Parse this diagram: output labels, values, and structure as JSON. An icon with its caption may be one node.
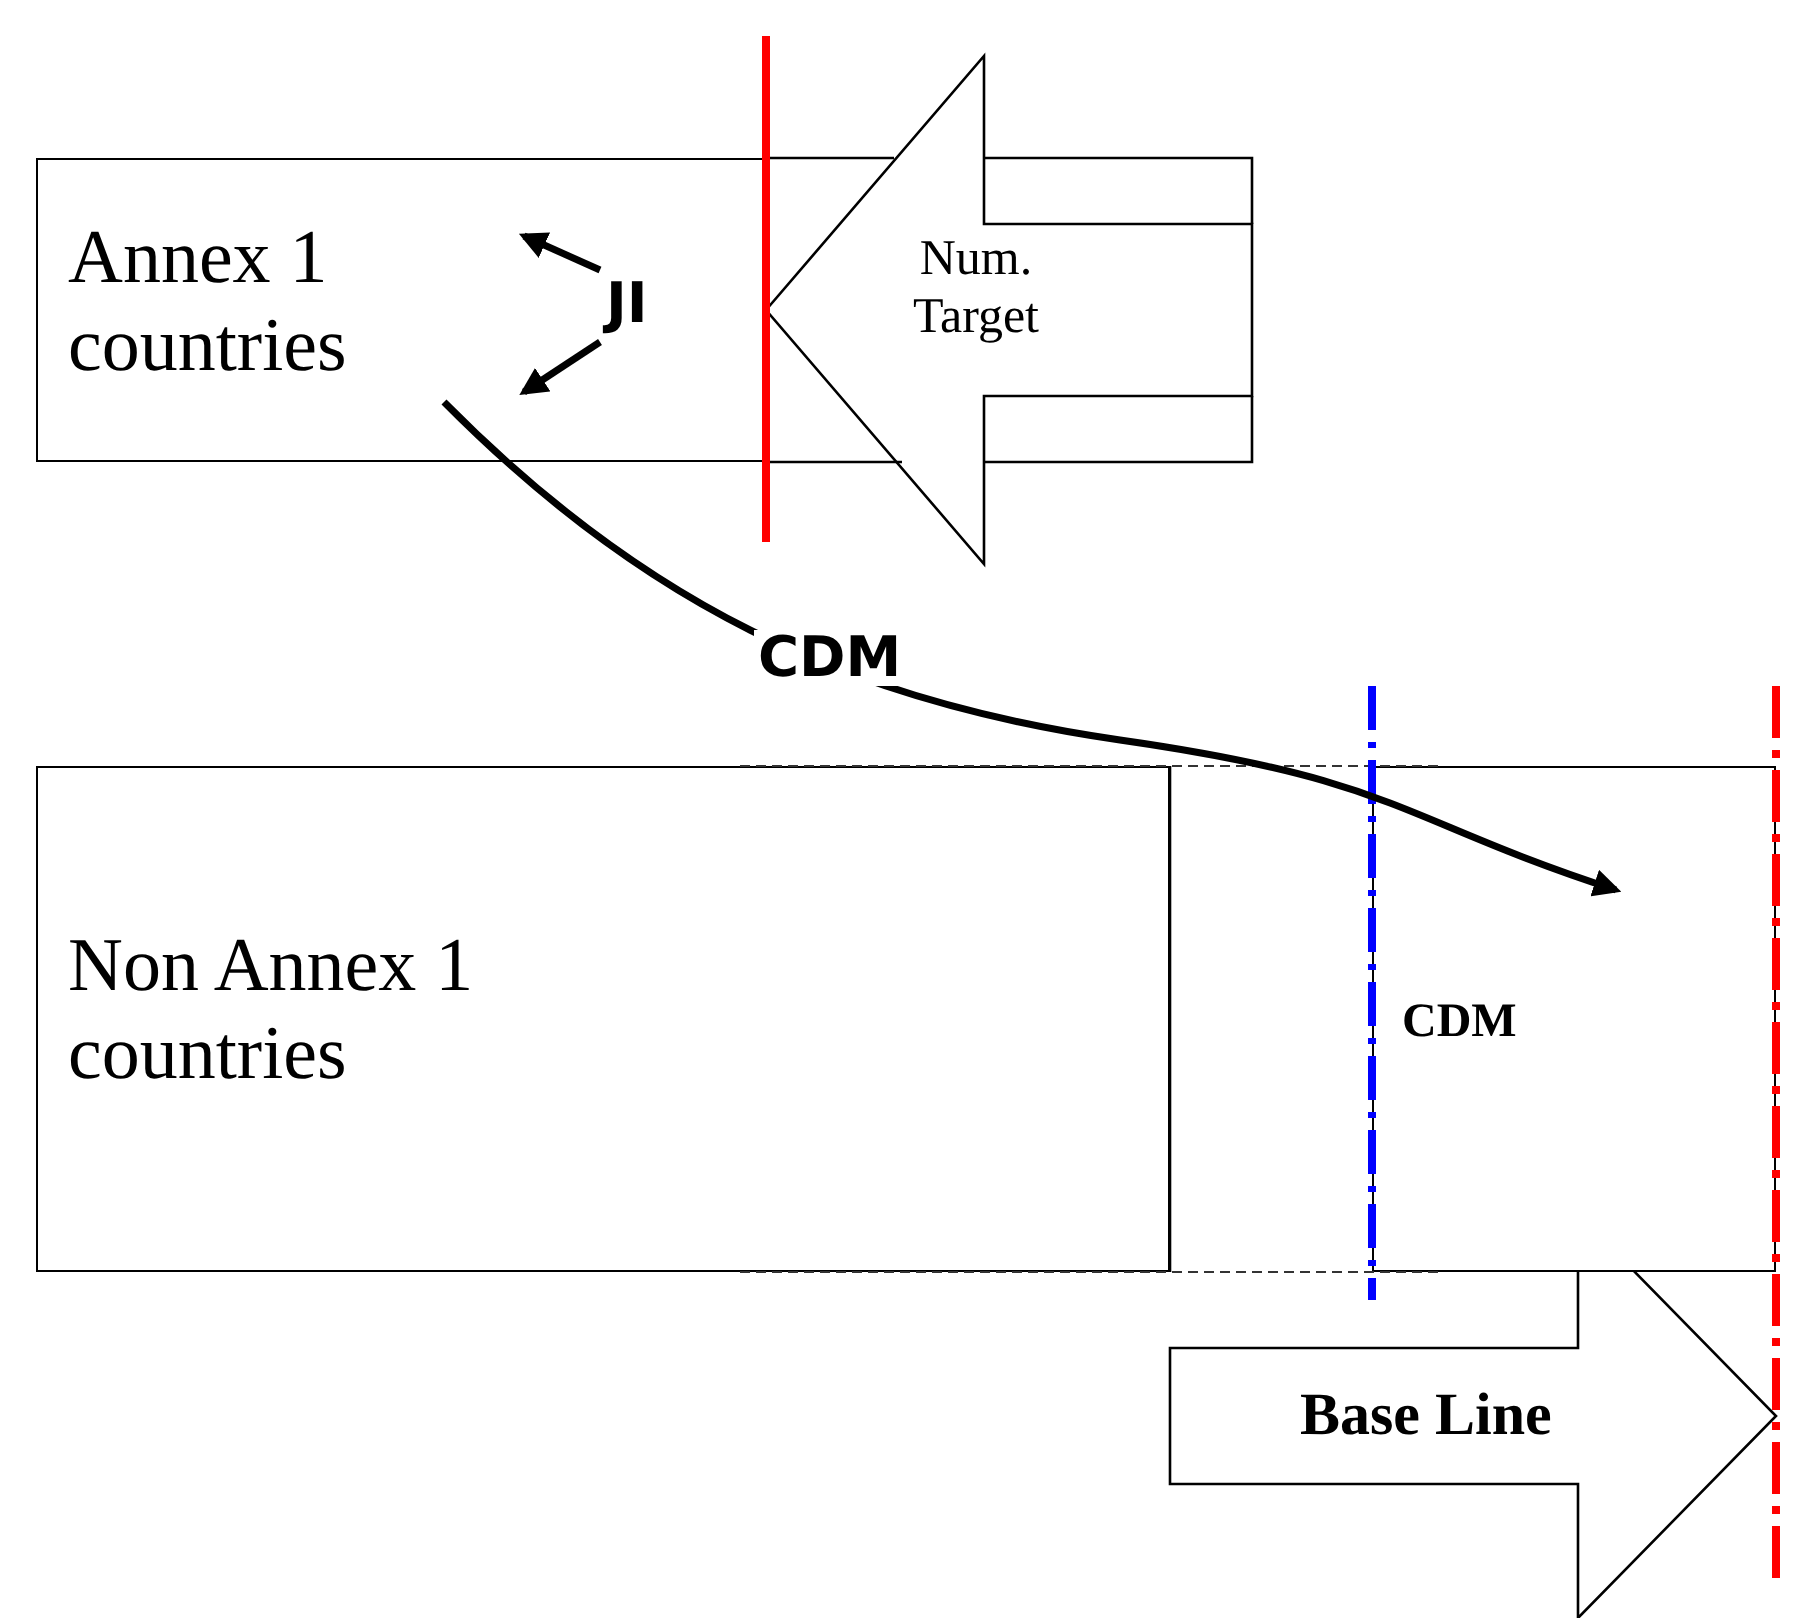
{
  "diagram": {
    "nodes": [
      {
        "text": [
          "Annex 1 countries"
        ]
      },
      {
        "text": [
          "JI"
        ],
        "in": 0
      },
      {
        "text": [
          "Num. Target"
        ]
      },
      {
        "text": [
          "Non Annex 1 countries"
        ]
      },
      {
        "text": [
          "CDM"
        ]
      },
      {
        "text": [
          "Base Line"
        ]
      }
    ],
    "edges": [
      {
        "from": 1,
        "to": null,
        "arrow": "to"
      },
      {
        "from": 1,
        "to": null,
        "arrow": "to"
      },
      {
        "from": 0,
        "to": 4,
        "arrow": "to",
        "label": "CDM"
      }
    ]
  }
}
